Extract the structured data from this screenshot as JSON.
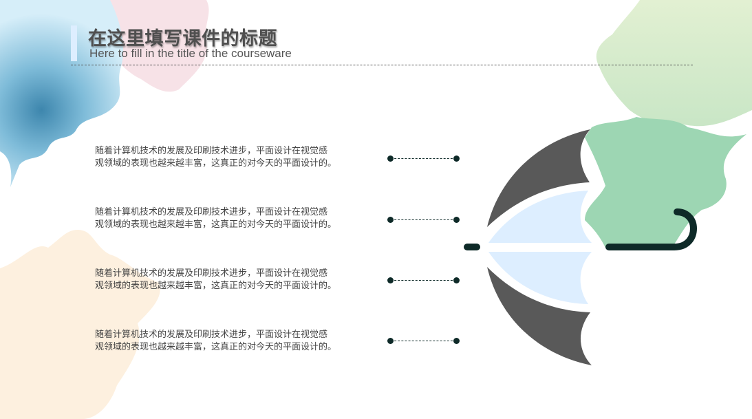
{
  "header": {
    "title_cn": "在这里填写课件的标题",
    "title_en": "Here to fill in the title of the courseware"
  },
  "items": [
    {
      "line1": "随着计算机技术的发展及印刷技术进步，平面设计在视觉感",
      "line2": "观领域的表现也越来越丰富，这真正的对今天的平面设计的。"
    },
    {
      "line1": "随着计算机技术的发展及印刷技术进步，平面设计在视觉感",
      "line2": "观领域的表现也越来越丰富，这真正的对今天的平面设计的。"
    },
    {
      "line1": "随着计算机技术的发展及印刷技术进步，平面设计在视觉感",
      "line2": "观领域的表现也越来越丰富，这真正的对今天的平面设计的。"
    },
    {
      "line1": "随着计算机技术的发展及印刷技术进步，平面设计在视觉感",
      "line2": "观领域的表现也越来越丰富，这真正的对今天的平面设计的。"
    }
  ],
  "colors": {
    "umbrella_dark": "#595959",
    "umbrella_light": "#ddeeff",
    "handle": "#0e2a28",
    "splash_blue": "#4a90b8",
    "splash_pink": "#f5dde2",
    "splash_green": "#9dd6b3",
    "splash_lightgreen": "#d8ecc8",
    "splash_peach": "#fdebd3"
  }
}
